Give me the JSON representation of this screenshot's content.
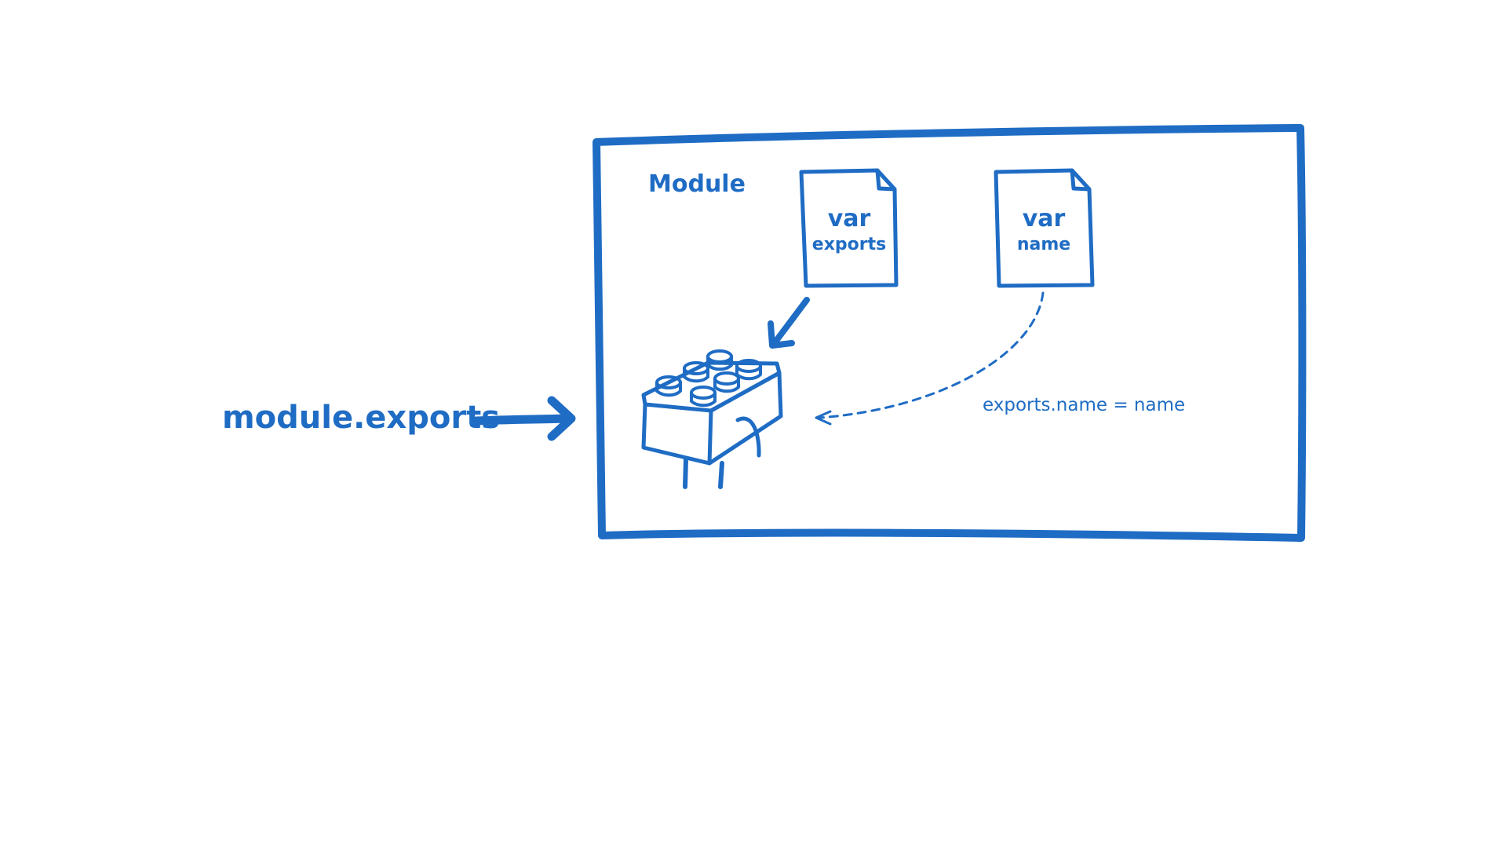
{
  "diagram": {
    "accent_color": "#1f6cc4",
    "outside_label": "module.exports",
    "module_label": "Module",
    "files": [
      {
        "keyword": "var",
        "name": "exports",
        "icon": "file-icon"
      },
      {
        "keyword": "var",
        "name": "name",
        "icon": "file-icon"
      }
    ],
    "assignment_label": "exports.name = name",
    "object_icon": "lego-brick-icon"
  }
}
